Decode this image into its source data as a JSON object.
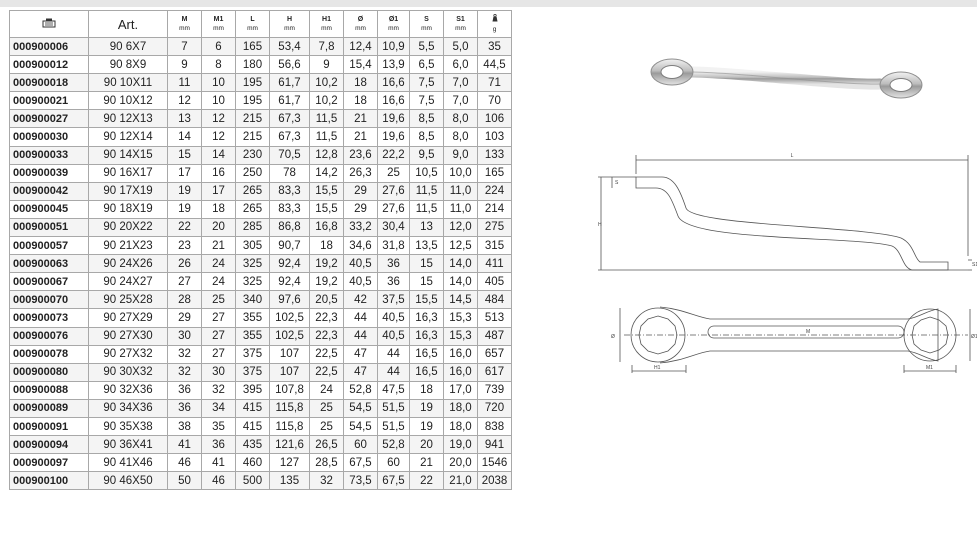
{
  "table": {
    "headers": [
      {
        "label": "",
        "unit": "",
        "icon": "code-icon"
      },
      {
        "label": "Art.",
        "unit": ""
      },
      {
        "label": "M",
        "unit": "mm"
      },
      {
        "label": "M1",
        "unit": "mm"
      },
      {
        "label": "L",
        "unit": "mm"
      },
      {
        "label": "H",
        "unit": "mm"
      },
      {
        "label": "H1",
        "unit": "mm"
      },
      {
        "label": "Ø",
        "unit": "mm"
      },
      {
        "label": "Ø1",
        "unit": "mm"
      },
      {
        "label": "S",
        "unit": "mm"
      },
      {
        "label": "S1",
        "unit": "mm"
      },
      {
        "label": "",
        "unit": "g",
        "icon": "weight-icon"
      }
    ],
    "rows": [
      [
        "000900006",
        "90 6X7",
        "7",
        "6",
        "165",
        "53,4",
        "7,8",
        "12,4",
        "10,9",
        "5,5",
        "5,0",
        "35"
      ],
      [
        "000900012",
        "90 8X9",
        "9",
        "8",
        "180",
        "56,6",
        "9",
        "15,4",
        "13,9",
        "6,5",
        "6,0",
        "44,5"
      ],
      [
        "000900018",
        "90 10X11",
        "11",
        "10",
        "195",
        "61,7",
        "10,2",
        "18",
        "16,6",
        "7,5",
        "7,0",
        "71"
      ],
      [
        "000900021",
        "90 10X12",
        "12",
        "10",
        "195",
        "61,7",
        "10,2",
        "18",
        "16,6",
        "7,5",
        "7,0",
        "70"
      ],
      [
        "000900027",
        "90 12X13",
        "13",
        "12",
        "215",
        "67,3",
        "11,5",
        "21",
        "19,6",
        "8,5",
        "8,0",
        "106"
      ],
      [
        "000900030",
        "90 12X14",
        "14",
        "12",
        "215",
        "67,3",
        "11,5",
        "21",
        "19,6",
        "8,5",
        "8,0",
        "103"
      ],
      [
        "000900033",
        "90 14X15",
        "15",
        "14",
        "230",
        "70,5",
        "12,8",
        "23,6",
        "22,2",
        "9,5",
        "9,0",
        "133"
      ],
      [
        "000900039",
        "90 16X17",
        "17",
        "16",
        "250",
        "78",
        "14,2",
        "26,3",
        "25",
        "10,5",
        "10,0",
        "165"
      ],
      [
        "000900042",
        "90 17X19",
        "19",
        "17",
        "265",
        "83,3",
        "15,5",
        "29",
        "27,6",
        "11,5",
        "11,0",
        "224"
      ],
      [
        "000900045",
        "90 18X19",
        "19",
        "18",
        "265",
        "83,3",
        "15,5",
        "29",
        "27,6",
        "11,5",
        "11,0",
        "214"
      ],
      [
        "000900051",
        "90 20X22",
        "22",
        "20",
        "285",
        "86,8",
        "16,8",
        "33,2",
        "30,4",
        "13",
        "12,0",
        "275"
      ],
      [
        "000900057",
        "90 21X23",
        "23",
        "21",
        "305",
        "90,7",
        "18",
        "34,6",
        "31,8",
        "13,5",
        "12,5",
        "315"
      ],
      [
        "000900063",
        "90 24X26",
        "26",
        "24",
        "325",
        "92,4",
        "19,2",
        "40,5",
        "36",
        "15",
        "14,0",
        "411"
      ],
      [
        "000900067",
        "90 24X27",
        "27",
        "24",
        "325",
        "92,4",
        "19,2",
        "40,5",
        "36",
        "15",
        "14,0",
        "405"
      ],
      [
        "000900070",
        "90 25X28",
        "28",
        "25",
        "340",
        "97,6",
        "20,5",
        "42",
        "37,5",
        "15,5",
        "14,5",
        "484"
      ],
      [
        "000900073",
        "90 27X29",
        "29",
        "27",
        "355",
        "102,5",
        "22,3",
        "44",
        "40,5",
        "16,3",
        "15,3",
        "513"
      ],
      [
        "000900076",
        "90 27X30",
        "30",
        "27",
        "355",
        "102,5",
        "22,3",
        "44",
        "40,5",
        "16,3",
        "15,3",
        "487"
      ],
      [
        "000900078",
        "90 27X32",
        "32",
        "27",
        "375",
        "107",
        "22,5",
        "47",
        "44",
        "16,5",
        "16,0",
        "657"
      ],
      [
        "000900080",
        "90 30X32",
        "32",
        "30",
        "375",
        "107",
        "22,5",
        "47",
        "44",
        "16,5",
        "16,0",
        "617"
      ],
      [
        "000900088",
        "90 32X36",
        "36",
        "32",
        "395",
        "107,8",
        "24",
        "52,8",
        "47,5",
        "18",
        "17,0",
        "739"
      ],
      [
        "000900089",
        "90 34X36",
        "36",
        "34",
        "415",
        "115,8",
        "25",
        "54,5",
        "51,5",
        "19",
        "18,0",
        "720"
      ],
      [
        "000900091",
        "90 35X38",
        "38",
        "35",
        "415",
        "115,8",
        "25",
        "54,5",
        "51,5",
        "19",
        "18,0",
        "838"
      ],
      [
        "000900094",
        "90 36X41",
        "41",
        "36",
        "435",
        "121,6",
        "26,5",
        "60",
        "52,8",
        "20",
        "19,0",
        "941"
      ],
      [
        "000900097",
        "90 41X46",
        "46",
        "41",
        "460",
        "127",
        "28,5",
        "67,5",
        "60",
        "21",
        "20,0",
        "1546"
      ],
      [
        "000900100",
        "90 46X50",
        "50",
        "46",
        "500",
        "135",
        "32",
        "73,5",
        "67,5",
        "22",
        "21,0",
        "2038"
      ]
    ]
  },
  "diagrams": {
    "side": {
      "L": "L",
      "H": "H",
      "H1": "H1",
      "S": "S",
      "S1": "S1"
    },
    "top": {
      "M": "M",
      "M1": "M1",
      "D": "Ø",
      "D1": "Ø1",
      "H1": "H1"
    }
  },
  "colors": {
    "border": "#a8a8a8",
    "stripe": "#f4f4f4",
    "line": "#555555"
  }
}
